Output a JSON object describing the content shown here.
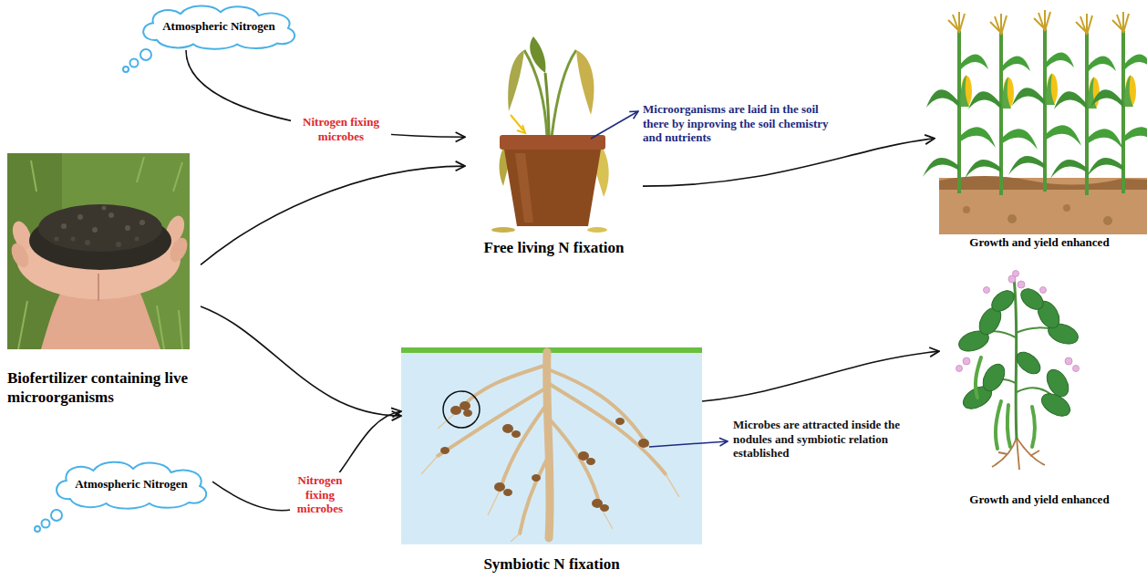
{
  "diagram": {
    "nodes": [
      {
        "text": [
          "Biofertilizer containing live microorganisms"
        ]
      },
      {
        "text": [
          "Atmospheric Nitrogen"
        ]
      },
      {
        "text": [
          "Free living N fixation"
        ]
      },
      {
        "text": [
          "Growth and yield enhanced"
        ]
      },
      {
        "text": [
          "Atmospheric Nitrogen"
        ]
      },
      {
        "text": [
          "Symbiotic N fixation"
        ]
      },
      {
        "text": [
          "Growth and yield enhanced"
        ]
      }
    ],
    "edges": [
      {
        "from": 0,
        "to": 2,
        "arrow": "to"
      },
      {
        "from": 0,
        "to": 5,
        "arrow": "to"
      },
      {
        "from": 2,
        "to": 3,
        "arrow": "to"
      },
      {
        "from": 5,
        "to": 6,
        "arrow": "to"
      },
      {
        "from": 1,
        "to": 2,
        "label": "Nitrogen fixing microbes",
        "arrow": "to"
      },
      {
        "from": 4,
        "to": 5,
        "label": "Nitrogen fixing microbes",
        "arrow": "to"
      }
    ],
    "labels": [
      "Microorganisms are laid in the soil there by inproving the soil chemistry and nutrients",
      "Microbes are attracted inside the nodules and symbiotic relation established"
    ]
  }
}
